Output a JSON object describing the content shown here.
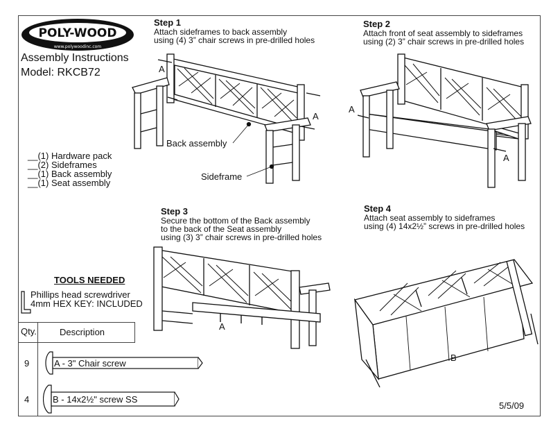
{
  "logo": {
    "brand": "POLY-WOOD",
    "url": "www.polywoodinc.com"
  },
  "header": {
    "title": "Assembly Instructions",
    "model": "Model: RKCB72"
  },
  "steps": [
    {
      "title": "Step 1",
      "lines": [
        "Attach sideframes to back assembly",
        "using (4) 3” chair screws in pre-drilled holes"
      ]
    },
    {
      "title": "Step 2",
      "lines": [
        "Attach front of seat assembly to sideframes",
        "using (2) 3” chair screws in pre-drilled holes"
      ]
    },
    {
      "title": "Step 3",
      "lines": [
        "Secure the bottom of the Back assembly",
        "to the back of the Seat assembly",
        "using (3) 3” chair screws in pre-drilled holes"
      ]
    },
    {
      "title": "Step 4",
      "lines": [
        "Attach seat assembly to sideframes",
        "using (4) 14x2½” screws in pre-drilled holes"
      ]
    }
  ],
  "callouts": {
    "step1_a_left": "A",
    "step1_a_right": "A",
    "back_assembly": "Back assembly",
    "sideframe": "Sideframe",
    "step2_a_left": "A",
    "step2_a_right": "A",
    "step3_a": "A",
    "step4_b": "B"
  },
  "checklist": [
    "__(1) Hardware pack",
    "__(2) Sideframes",
    "__(1) Back assembly",
    "__(1) Seat assembly"
  ],
  "tools": {
    "heading": "TOOLS NEEDED",
    "items": [
      "Phillips head screwdriver",
      "4mm HEX KEY: INCLUDED"
    ]
  },
  "parts_table": {
    "col_qty": "Qty.",
    "col_desc": "Description",
    "rows": [
      {
        "qty": "9",
        "desc": "A - 3\" Chair screw"
      },
      {
        "qty": "4",
        "desc": "B - 14x2½\" screw SS"
      }
    ]
  },
  "date": "5/5/09"
}
